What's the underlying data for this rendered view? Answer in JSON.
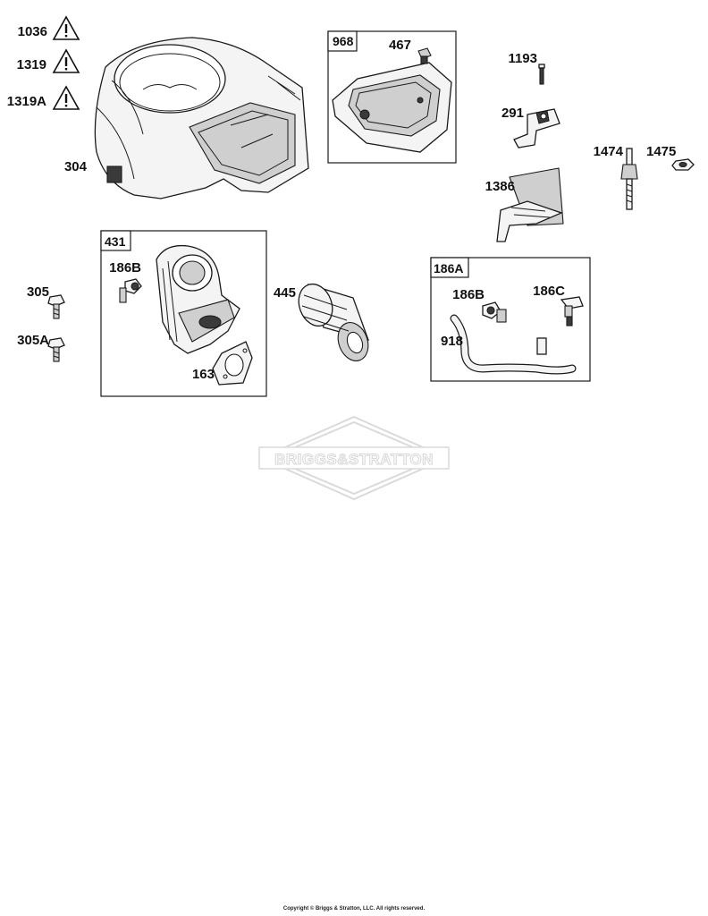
{
  "labels": {
    "p1036": "1036",
    "p1319": "1319",
    "p1319a": "1319A",
    "p304": "304",
    "p968": "968",
    "p467": "467",
    "p1193": "1193",
    "p291": "291",
    "p1474": "1474",
    "p1475": "1475",
    "p1386": "1386",
    "p431": "431",
    "p186b_left": "186B",
    "p305": "305",
    "p305a": "305A",
    "p445": "445",
    "p163": "163",
    "p186a": "186A",
    "p186b_right": "186B",
    "p186c": "186C",
    "p918": "918"
  },
  "watermark": "BRIGGS&STRATTON",
  "copyright": "Copyright © Briggs & Stratton, LLC. All rights reserved.",
  "colors": {
    "line": "#1a1a1a",
    "watermark": "#d6d6d6"
  }
}
